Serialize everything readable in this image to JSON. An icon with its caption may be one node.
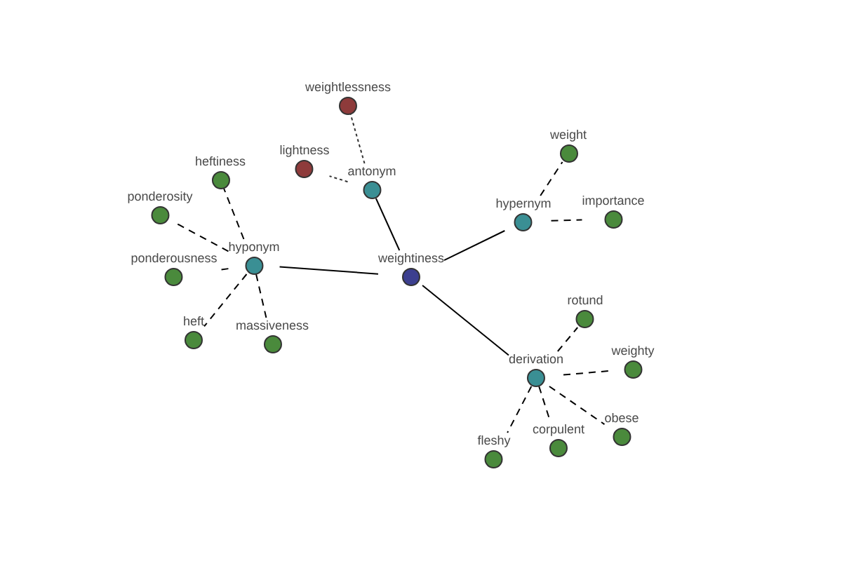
{
  "diagram": {
    "nodes": [
      {
        "text": [
          "weightiness"
        ]
      },
      {
        "text": [
          "antonym"
        ]
      },
      {
        "text": [
          "hypernym"
        ]
      },
      {
        "text": [
          "hyponym"
        ]
      },
      {
        "text": [
          "derivation"
        ]
      },
      {
        "text": [
          "weightlessness"
        ]
      },
      {
        "text": [
          "lightness"
        ]
      },
      {
        "text": [
          "weight"
        ]
      },
      {
        "text": [
          "importance"
        ]
      },
      {
        "text": [
          "heftiness"
        ]
      },
      {
        "text": [
          "ponderosity"
        ]
      },
      {
        "text": [
          "ponderousness"
        ]
      },
      {
        "text": [
          "heft"
        ]
      },
      {
        "text": [
          "massiveness"
        ]
      },
      {
        "text": [
          "rotund"
        ]
      },
      {
        "text": [
          "weighty"
        ]
      },
      {
        "text": [
          "obese"
        ]
      },
      {
        "text": [
          "corpulent"
        ]
      },
      {
        "text": [
          "fleshy"
        ]
      }
    ],
    "edges": [
      {
        "from": 0,
        "to": 1,
        "arrow": "none"
      },
      {
        "from": 0,
        "to": 2,
        "arrow": "none"
      },
      {
        "from": 0,
        "to": 3,
        "arrow": "none"
      },
      {
        "from": 0,
        "to": 4,
        "arrow": "none"
      },
      {
        "from": 1,
        "to": 5,
        "arrow": "none",
        "style": "dashed",
        "color": "#333333"
      },
      {
        "from": 1,
        "to": 6,
        "arrow": "none",
        "style": "dashed",
        "color": "#333333"
      },
      {
        "from": 2,
        "to": 7,
        "arrow": "none",
        "style": "dashed"
      },
      {
        "from": 2,
        "to": 8,
        "arrow": "none",
        "style": "dashed"
      },
      {
        "from": 3,
        "to": 9,
        "arrow": "none",
        "style": "dashed"
      },
      {
        "from": 3,
        "to": 10,
        "arrow": "none",
        "style": "dashed"
      },
      {
        "from": 3,
        "to": 11,
        "arrow": "none",
        "style": "dashed"
      },
      {
        "from": 3,
        "to": 12,
        "arrow": "none",
        "style": "dashed"
      },
      {
        "from": 3,
        "to": 13,
        "arrow": "none",
        "style": "dashed"
      },
      {
        "from": 4,
        "to": 14,
        "arrow": "none",
        "style": "dashed"
      },
      {
        "from": 4,
        "to": 15,
        "arrow": "none",
        "style": "dashed"
      },
      {
        "from": 4,
        "to": 16,
        "arrow": "none",
        "style": "dashed"
      },
      {
        "from": 4,
        "to": 17,
        "arrow": "none",
        "style": "dashed"
      },
      {
        "from": 4,
        "to": 18,
        "arrow": "none",
        "style": "dashed"
      }
    ]
  }
}
